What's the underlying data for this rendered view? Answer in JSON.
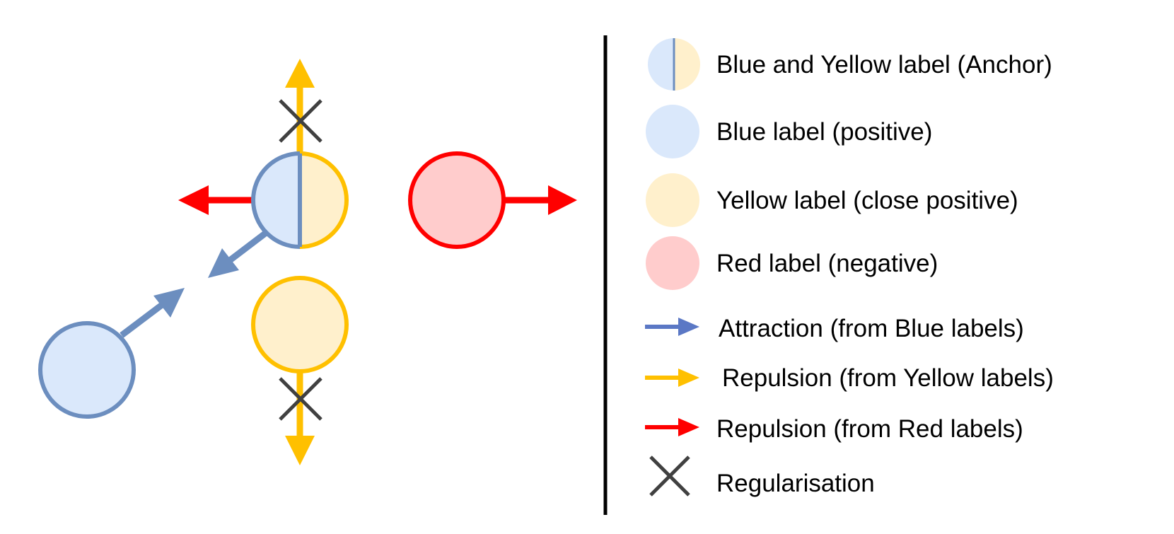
{
  "colors": {
    "blue_fill": "#dae8fb",
    "blue_stroke": "#6c8ebf",
    "yellow_fill": "#fff0cc",
    "yellow_stroke": "#ffc000",
    "red_fill": "#ffcccc",
    "red_stroke": "#ff0000",
    "cross": "#404040",
    "divider": "#000000",
    "blue_arrow": "#5b78c5"
  },
  "legend": {
    "anchor": "Blue and Yellow label (Anchor)",
    "positive": "Blue label (positive)",
    "close_positive": "Yellow label (close positive)",
    "negative": "Red label (negative)",
    "attraction": "Attraction (from Blue labels)",
    "repulsion_yellow": "Repulsion (from Yellow labels)",
    "repulsion_red": "Repulsion (from Red labels)",
    "regularisation": "Regularisation"
  }
}
